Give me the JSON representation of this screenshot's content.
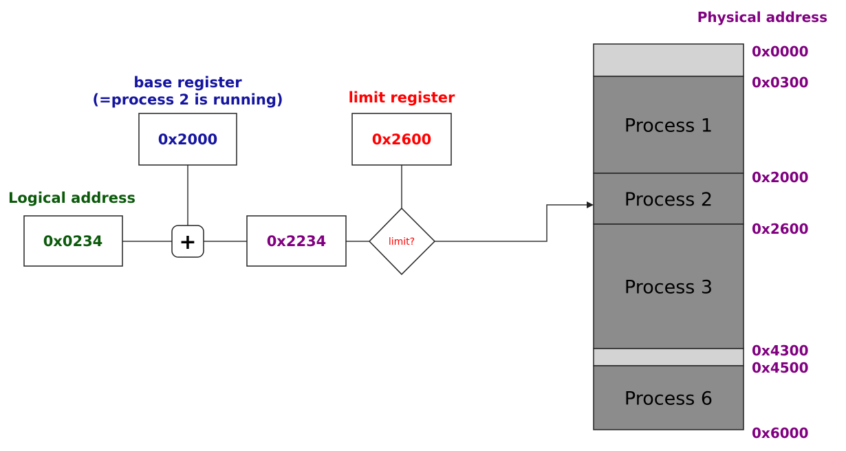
{
  "colors": {
    "logical": "#0b5a0b",
    "base": "#1414a0",
    "limit": "#ff0000",
    "physical": "#800080",
    "black": "#000000",
    "mem_process": "#8c8c8c",
    "mem_free": "#d3d3d3"
  },
  "labels": {
    "logical_address": "Logical address",
    "base_register": "base register",
    "base_register_note": "(=process 2 is running)",
    "limit_register": "limit register",
    "physical_address": "Physical address"
  },
  "values": {
    "logical": "0x0234",
    "base": "0x2000",
    "limit": "0x2600",
    "sum": "0x2234",
    "plus": "+",
    "limit_check": "limit?"
  },
  "memory": {
    "addresses": [
      "0x0000",
      "0x0300",
      "0x2000",
      "0x2600",
      "0x4300",
      "0x4500",
      "0x6000"
    ],
    "segments": [
      {
        "label": "",
        "kind": "free"
      },
      {
        "label": "Process 1",
        "kind": "process"
      },
      {
        "label": "Process 2",
        "kind": "process"
      },
      {
        "label": "Process 3",
        "kind": "process"
      },
      {
        "label": "",
        "kind": "free"
      },
      {
        "label": "Process 6",
        "kind": "process"
      }
    ]
  }
}
